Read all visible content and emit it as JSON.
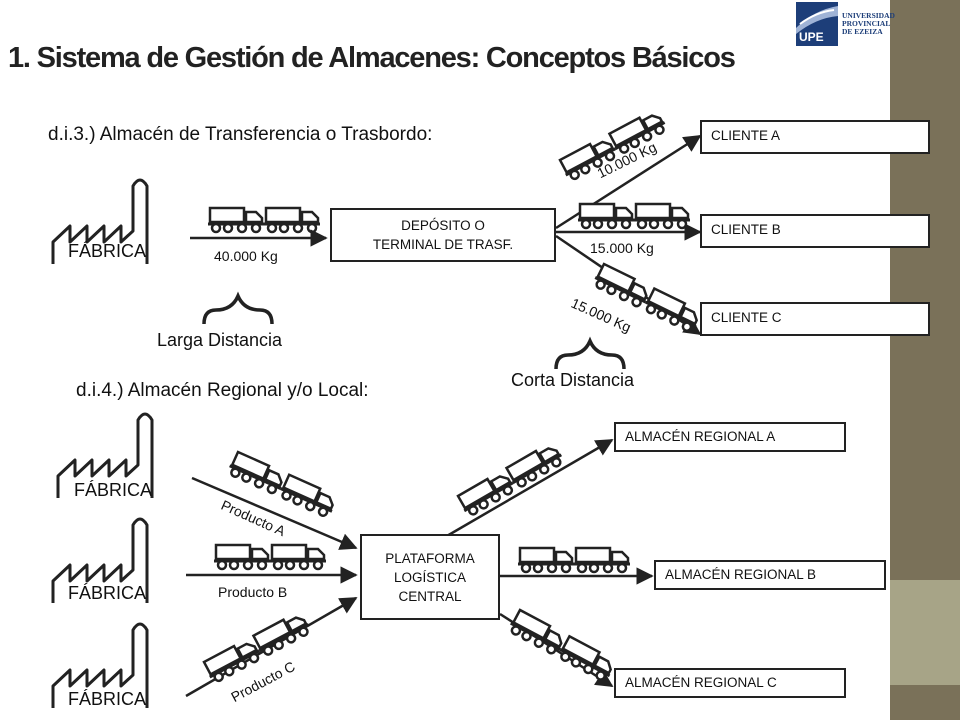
{
  "slide": {
    "title": "1. Sistema de Gestión de Almacenes: Conceptos Básicos",
    "logo": {
      "mark": "UPE",
      "name": "UNIVERSIDAD PROVINCIAL DE EZEIZA"
    }
  },
  "section_transfer": {
    "heading": "d.i.3.) Almacén de Transferencia o Trasbordo:",
    "factory": "FÁBRICA",
    "inbound_weight": "40.000 Kg",
    "depot": [
      "DEPÓSITO O",
      "TERMINAL DE TRASF."
    ],
    "clients": [
      "CLIENTE A",
      "CLIENTE B",
      "CLIENTE C"
    ],
    "outbound_weights": [
      "10.000 Kg",
      "15.000 Kg",
      "15.000 Kg"
    ],
    "long_distance": "Larga Distancia",
    "short_distance": "Corta Distancia"
  },
  "section_regional": {
    "heading": "d.i.4.) Almacén Regional y/o Local:",
    "factories": [
      "FÁBRICA",
      "FÁBRICA",
      "FÁBRICA"
    ],
    "products": [
      "Producto A",
      "Producto B",
      "Producto C"
    ],
    "hub": [
      "PLATAFORMA",
      "LOGÍSTICA",
      "CENTRAL"
    ],
    "warehouses": [
      "ALMACÉN REGIONAL A",
      "ALMACÉN REGIONAL B",
      "ALMACÉN REGIONAL C"
    ]
  },
  "colors": {
    "sidebar": "#7a7159",
    "sidebar_accent": "#a7a487",
    "logo_blue": "#1d3e79",
    "ink": "#222222"
  },
  "icons": [
    "university-logo",
    "factory-icon",
    "truck-icon",
    "arrow-icon",
    "brace-icon"
  ]
}
